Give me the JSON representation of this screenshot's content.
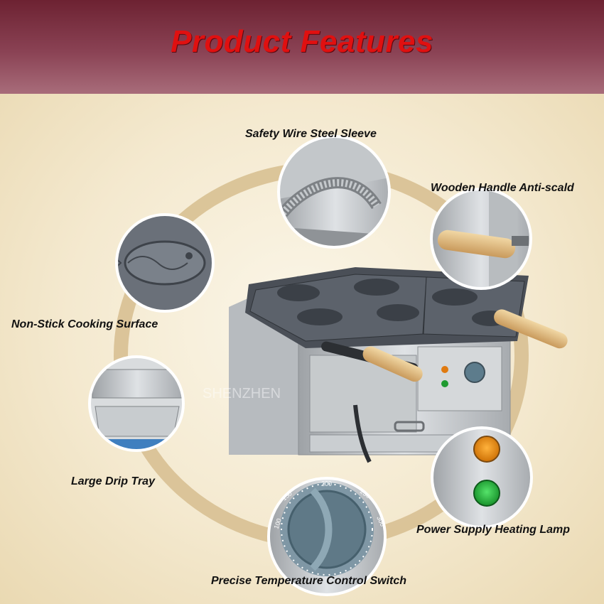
{
  "header": {
    "title": "Product Features"
  },
  "features": {
    "safety_sleeve": "Safety Wire Steel Sleeve",
    "wooden_handle": "Wooden Handle Anti-scald",
    "non_stick": "Non-Stick Cooking Surface",
    "drip_tray": "Large Drip Tray",
    "heating_lamp": "Power Supply Heating Lamp",
    "temperature_switch": "Precise Temperature Control Switch"
  },
  "dial": {
    "ticks": [
      "100",
      "150",
      "200",
      "250",
      "300"
    ]
  },
  "watermark": "SHENZHEN"
}
